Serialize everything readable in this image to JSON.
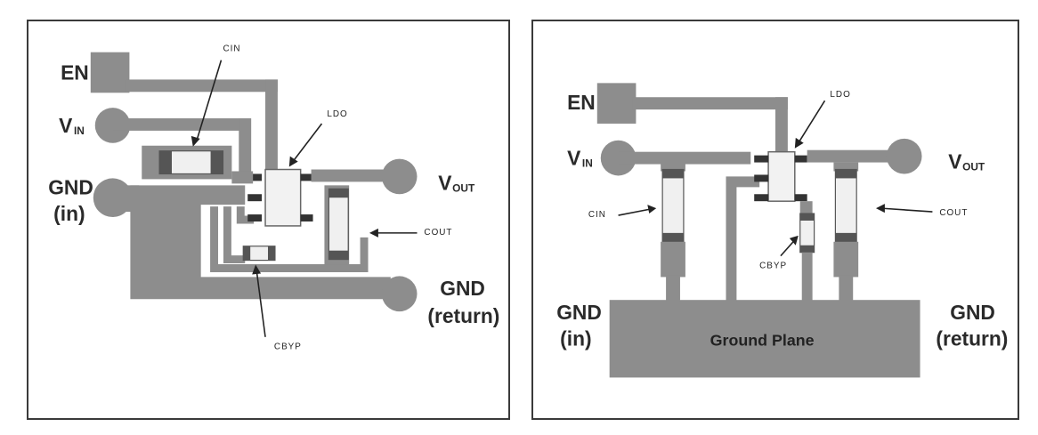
{
  "left_layout": {
    "labels": {
      "en": "EN",
      "vin_main": "V",
      "vin_sub": "IN",
      "gnd_in_1": "GND",
      "gnd_in_2": "(in)",
      "vout_main": "V",
      "vout_sub": "OUT",
      "gnd_return_1": "GND",
      "gnd_return_2": "(return)",
      "cin": "CIN",
      "ldo": "LDO",
      "cout": "COUT",
      "cbyp": "CBYP"
    }
  },
  "right_layout": {
    "labels": {
      "en": "EN",
      "vin_main": "V",
      "vin_sub": "IN",
      "gnd_in_1": "GND",
      "gnd_in_2": "(in)",
      "vout_main": "V",
      "vout_sub": "OUT",
      "gnd_return_1": "GND",
      "gnd_return_2": "(return)",
      "cin": "CIN",
      "ldo": "LDO",
      "cout": "COUT",
      "cbyp": "CBYP",
      "ground_plane": "Ground Plane"
    }
  },
  "colors": {
    "trace": "#8d8d8d",
    "component_body": "#f0f0f0",
    "component_end": "#8a8a8a",
    "pin": "#333333",
    "frame": "#3a3a3a"
  }
}
